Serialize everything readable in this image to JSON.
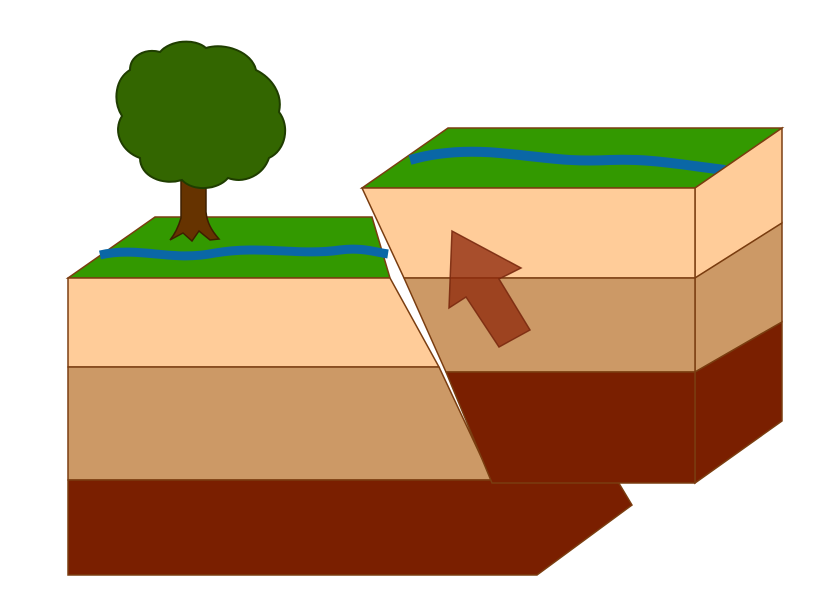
{
  "diagram": {
    "subject": "reverse-fault",
    "features": [
      "tree",
      "river",
      "hanging-wall",
      "footwall",
      "uplift-arrow"
    ],
    "colors": {
      "grass": "#339900",
      "river": "#0a67a6",
      "layer_top": "#ffcc99",
      "layer_middle": "#cc9966",
      "layer_bottom": "#7a1f00",
      "outline": "#7a3d10",
      "arrow": "#8f2a0d",
      "tree_foliage": "#336600",
      "tree_outline": "#1f3d00",
      "trunk": "#663300"
    }
  }
}
